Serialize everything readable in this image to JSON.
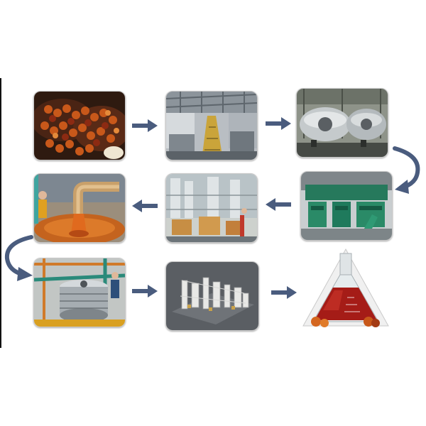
{
  "diagram": {
    "type": "process-flow",
    "rows": 3,
    "columns": 3,
    "steps": [
      {
        "id": "step-1-fresh-fruit-bunches",
        "row": 1,
        "col": 1
      },
      {
        "id": "step-2-sterilizer-loading-hall",
        "row": 1,
        "col": 2
      },
      {
        "id": "step-3-horizontal-sterilizer-tanks",
        "row": 1,
        "col": 3
      },
      {
        "id": "step-4-green-press-machinery",
        "row": 2,
        "col": 3
      },
      {
        "id": "step-5-crude-oil-clarification-tanks",
        "row": 2,
        "col": 2
      },
      {
        "id": "step-6-crude-palm-oil-pouring",
        "row": 2,
        "col": 1
      },
      {
        "id": "step-7-oil-filtration-equipment",
        "row": 3,
        "col": 1
      },
      {
        "id": "step-8-refinery-plant-3d-model",
        "row": 3,
        "col": 2
      },
      {
        "id": "step-9-refined-red-palm-oil-flask",
        "row": 3,
        "col": 3
      }
    ],
    "flow": [
      {
        "from": 1,
        "to": 2,
        "direction": "right"
      },
      {
        "from": 2,
        "to": 3,
        "direction": "right"
      },
      {
        "from": 3,
        "to": 4,
        "direction": "curved-down-right"
      },
      {
        "from": 4,
        "to": 5,
        "direction": "left"
      },
      {
        "from": 5,
        "to": 6,
        "direction": "left"
      },
      {
        "from": 6,
        "to": 7,
        "direction": "curved-down-left"
      },
      {
        "from": 7,
        "to": 8,
        "direction": "right"
      },
      {
        "from": 8,
        "to": 9,
        "direction": "right"
      }
    ],
    "colors": {
      "arrow": "#4a5c7e",
      "background": "#ffffff",
      "palm_fruit": "#c0521a",
      "machine_green": "#1f7a5c",
      "steel": "#9aa3ad",
      "palm_oil": "#b0241c"
    }
  }
}
